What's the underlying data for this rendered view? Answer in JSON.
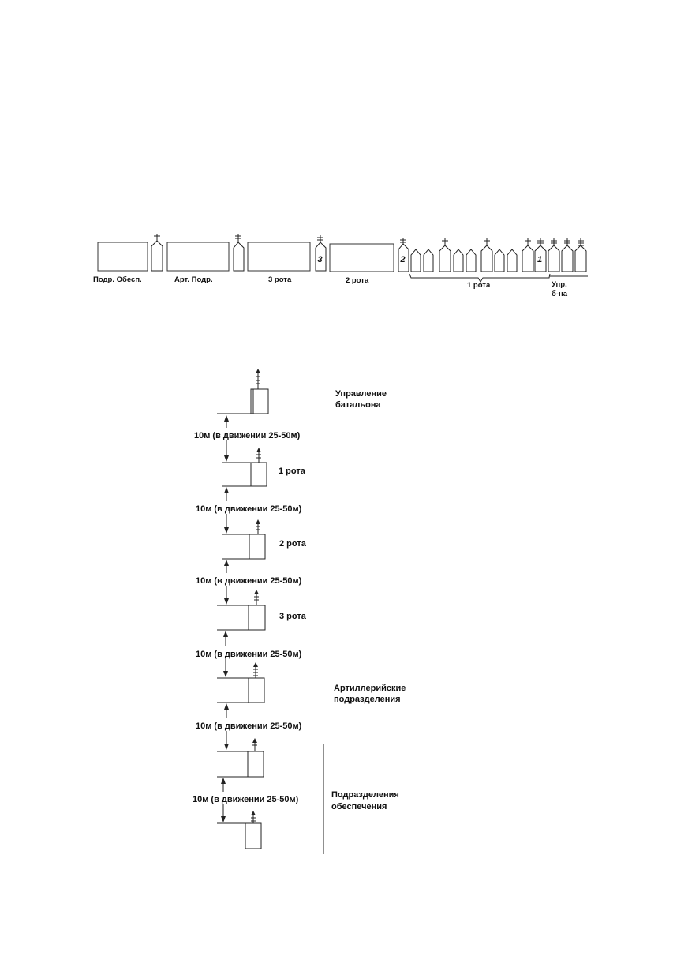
{
  "march_order": {
    "groups": [
      {
        "id": "support",
        "label": "Подр. Обесп."
      },
      {
        "id": "artillery",
        "label": "Арт. Подр."
      },
      {
        "id": "company3",
        "label": "3 рота"
      },
      {
        "id": "company2",
        "label": "2 рота"
      },
      {
        "id": "company1",
        "label": "1 рота"
      },
      {
        "id": "hq",
        "label": "Упр.\nб-на",
        "lines": [
          "Упр.",
          "б-на"
        ]
      }
    ],
    "markers": [
      "3",
      "2",
      "1"
    ]
  },
  "column": {
    "units": [
      {
        "id": "hq",
        "lines": [
          "Управление",
          "батальона"
        ]
      },
      {
        "id": "company1",
        "lines": [
          "1 рота"
        ]
      },
      {
        "id": "company2",
        "lines": [
          "2 рота"
        ]
      },
      {
        "id": "company3",
        "lines": [
          "3 рота"
        ]
      },
      {
        "id": "artillery",
        "lines": [
          "Артиллерийские",
          "подразделения"
        ]
      },
      {
        "id": "support",
        "lines": [
          "Подразделения",
          "обеспечения"
        ]
      }
    ],
    "distance_label": "10м (в движении 25-50м)"
  }
}
